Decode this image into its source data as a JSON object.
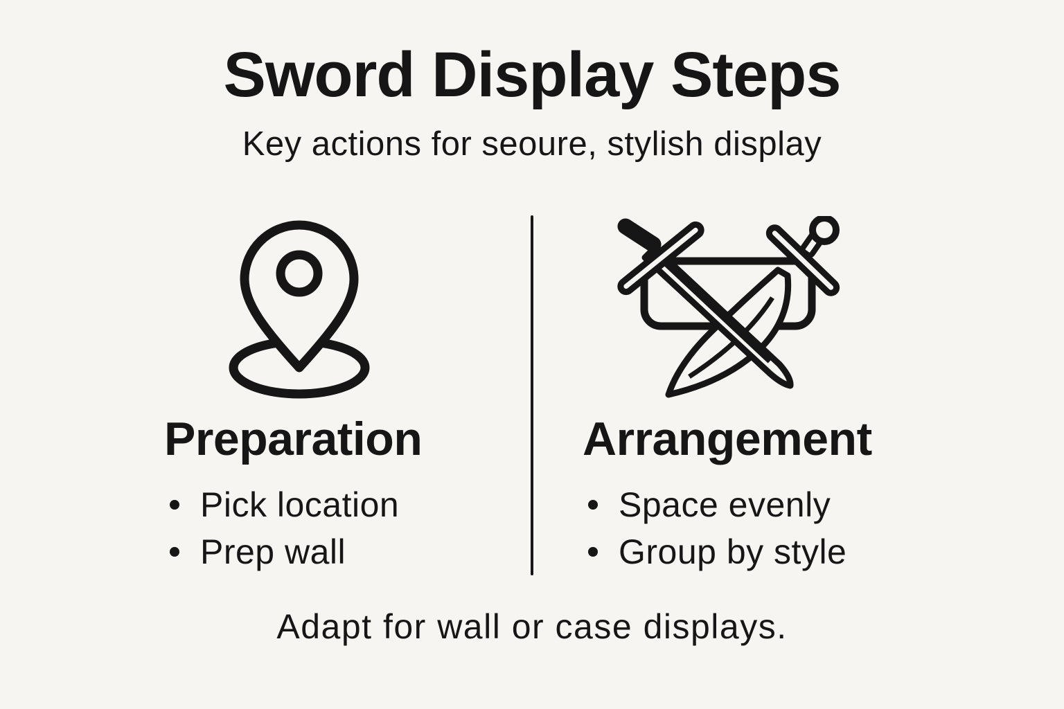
{
  "title": "Sword Display Steps",
  "subtitle": "Key actions for seoure, stylish display",
  "footer": "Adapt for wall or case displays.",
  "colors": {
    "background": "#f7f5f1",
    "text": "#161616",
    "divider": "#161616"
  },
  "columns": [
    {
      "icon": "location-pin-icon",
      "heading": "Preparation",
      "bullets": [
        "Pick location",
        "Prep wall"
      ]
    },
    {
      "icon": "crossed-swords-icon",
      "heading": "Arrangement",
      "bullets": [
        "Space evenly",
        "Group by style"
      ]
    }
  ]
}
